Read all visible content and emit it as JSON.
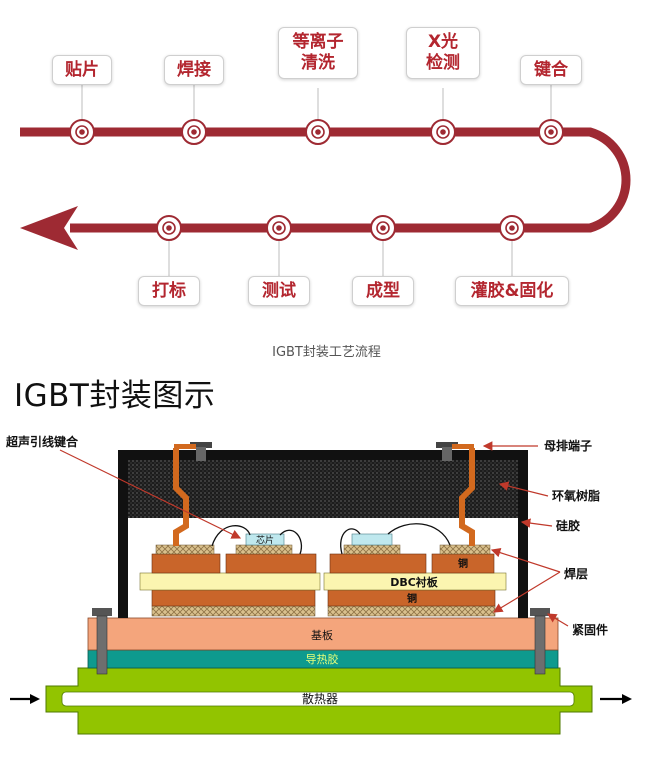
{
  "process": {
    "caption": "IGBT封装工艺流程",
    "top_steps": [
      "贴片",
      "焊接",
      "等离子\n清洗",
      "X光\n检测",
      "键合"
    ],
    "bottom_steps": [
      "打标",
      "测试",
      "成型",
      "灌胶&固化"
    ],
    "colors": {
      "track": "#9e2a33",
      "label_text": "#b3262f"
    }
  },
  "diagram": {
    "heading": "IGBT封装图示",
    "callouts": {
      "wire_bond": "超声引线键合",
      "busbar": "母排端子",
      "epoxy": "环氧树脂",
      "silicone": "硅胶",
      "solder": "焊层",
      "fastener": "紧固件"
    },
    "inner_labels": {
      "chip": "芯片",
      "copper_upper": "铜",
      "dbc": "DBC衬板",
      "copper_lower": "铜",
      "baseplate": "基板",
      "thermal_paste": "导热胶",
      "heatsink": "散热器"
    },
    "colors": {
      "busbar": "#d2691e",
      "baseplate": "#f4a57c",
      "thermal_paste": "#0e9a8e",
      "heatsink": "#92c400",
      "copper": "#c9652a",
      "dbc": "#fbf5b0",
      "chip": "#bfe8ee",
      "callout": "#c0392b"
    }
  }
}
